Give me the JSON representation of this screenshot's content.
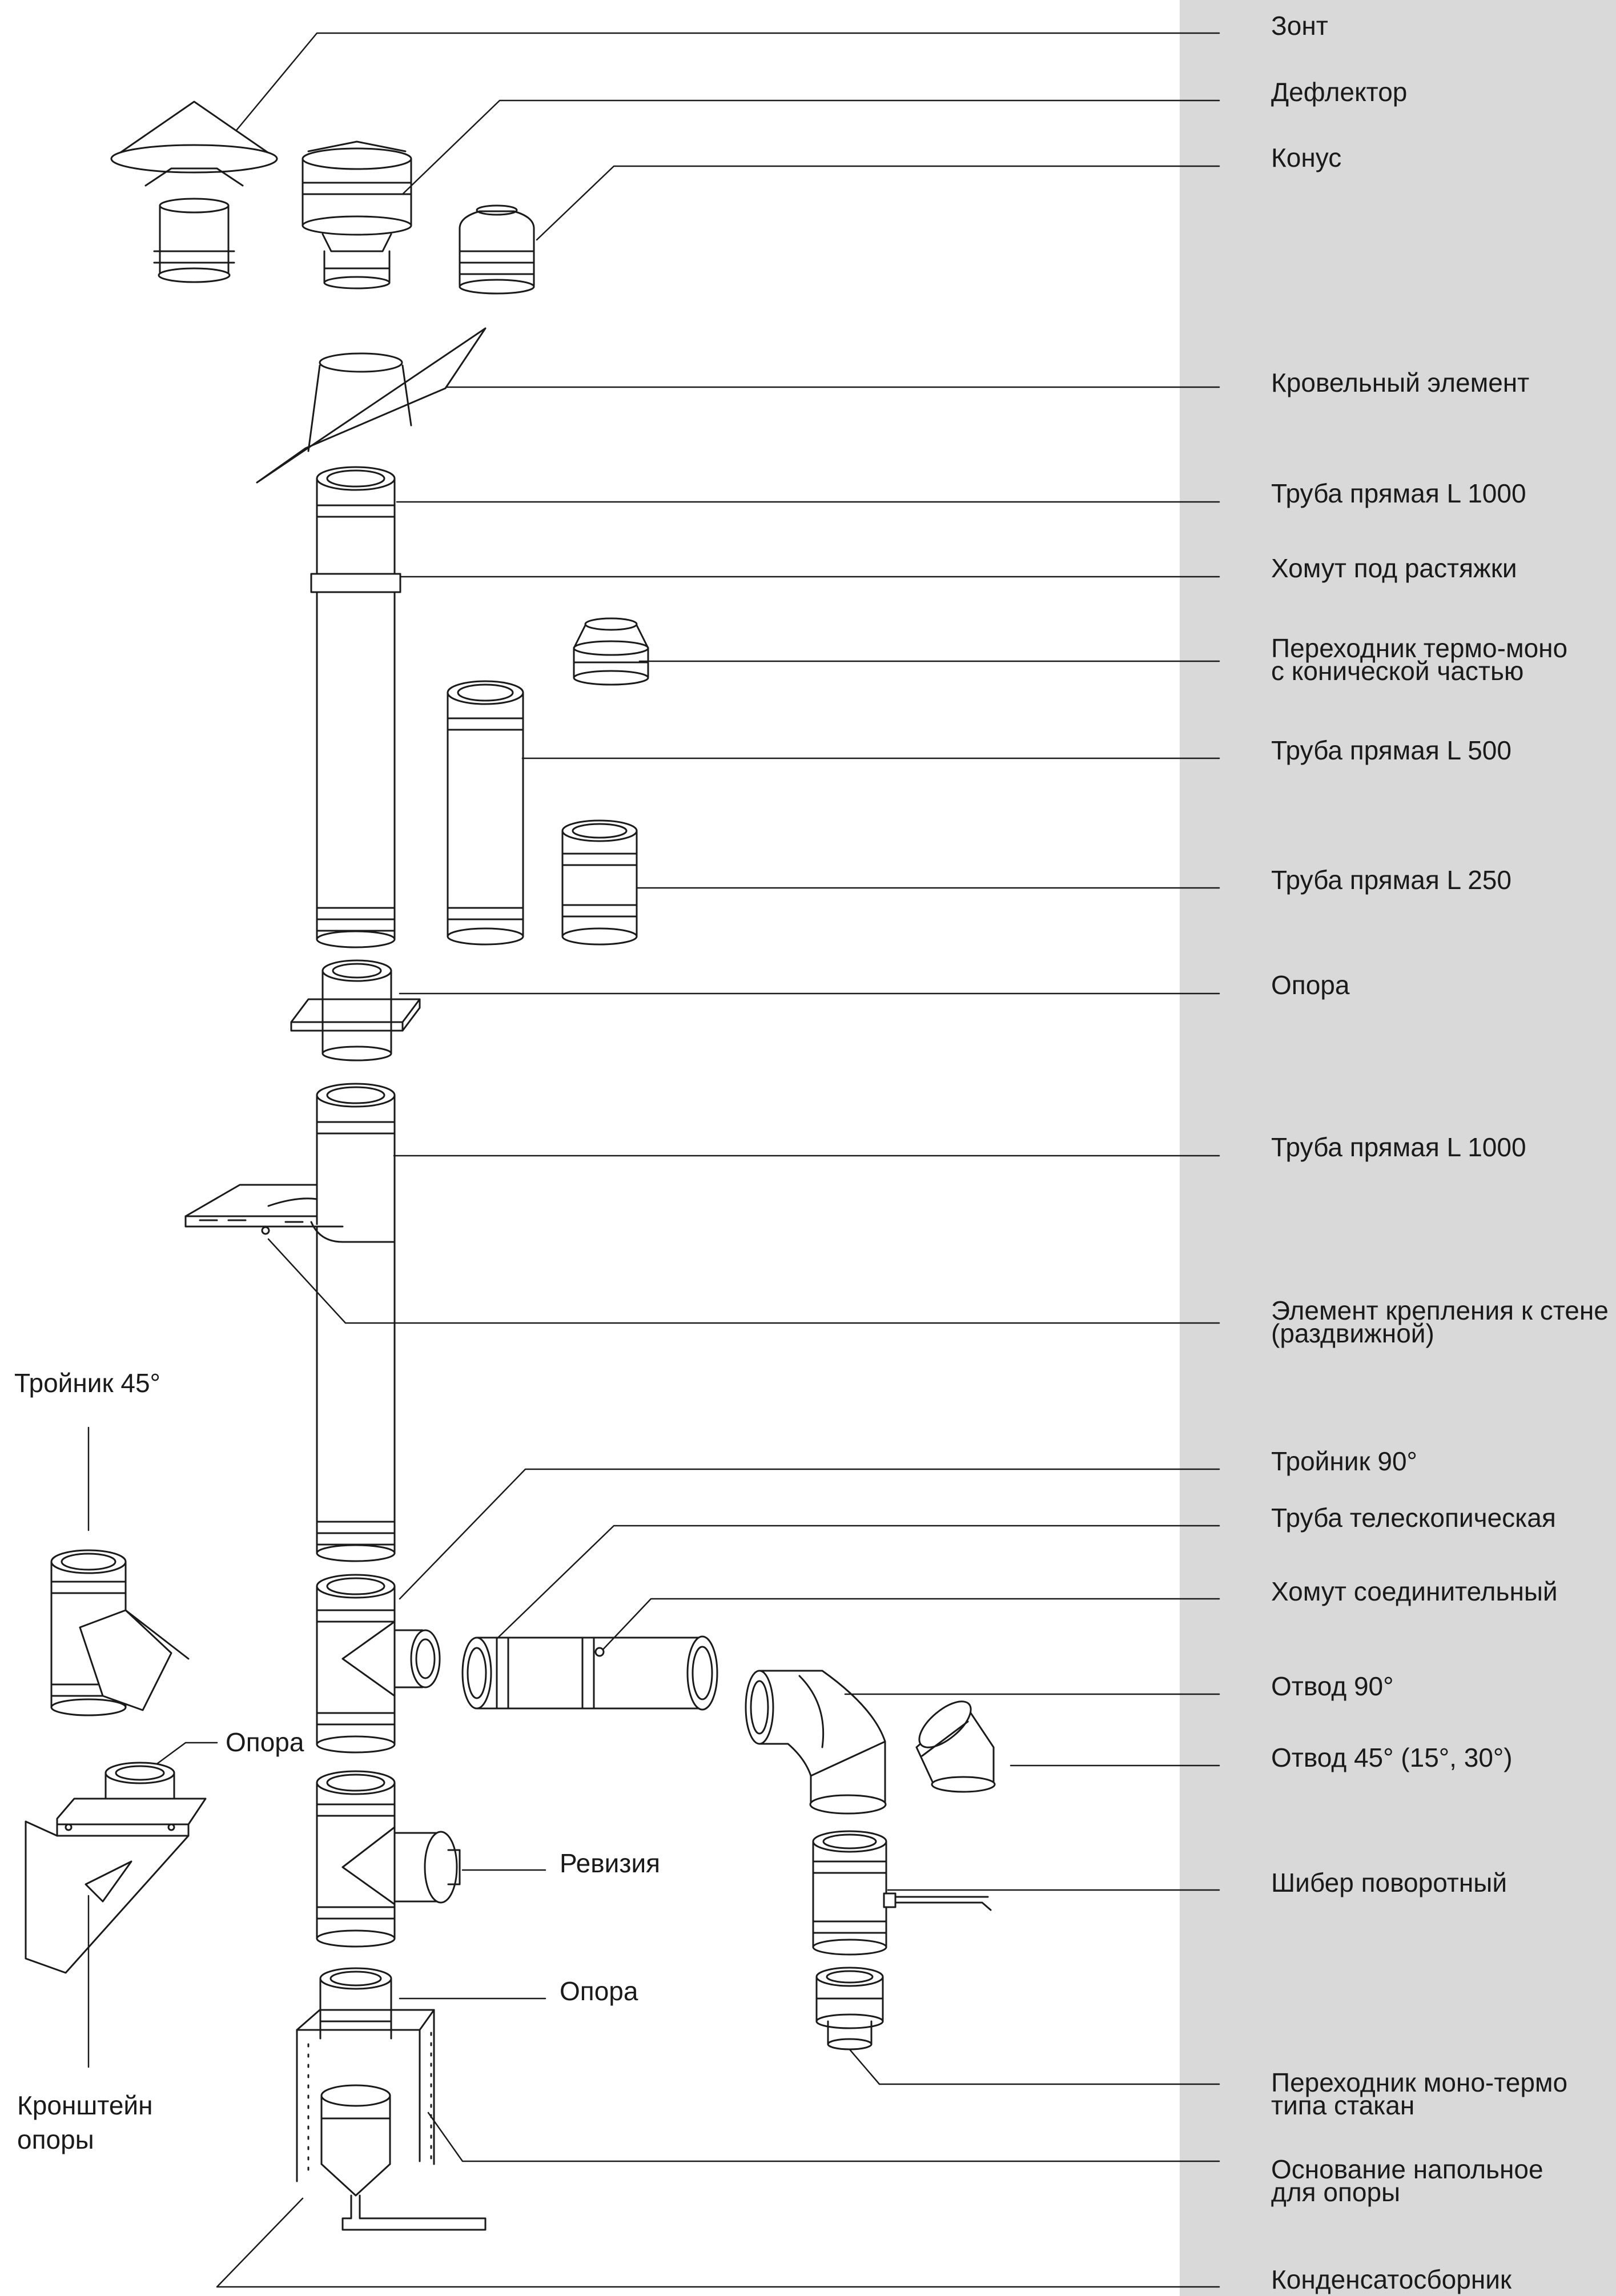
{
  "colors": {
    "background": "#ffffff",
    "sidebar": "#d9d9d9",
    "line": "#1a1a1a",
    "text": "#1a1a1a"
  },
  "labels_right": [
    {
      "id": "zont",
      "lines": [
        "Зонт"
      ]
    },
    {
      "id": "deflector",
      "lines": [
        "Дефлектор"
      ]
    },
    {
      "id": "konus",
      "lines": [
        "Конус"
      ]
    },
    {
      "id": "krovelny",
      "lines": [
        "Кровельный элемент"
      ]
    },
    {
      "id": "truba1000a",
      "lines": [
        "Труба прямая L 1000"
      ]
    },
    {
      "id": "khomut-rast",
      "lines": [
        "Хомут под растяжки"
      ]
    },
    {
      "id": "perekhodnik-tm",
      "lines": [
        "Переходник термо-моно",
        "с конической частью"
      ]
    },
    {
      "id": "truba500",
      "lines": [
        "Труба прямая L 500"
      ]
    },
    {
      "id": "truba250",
      "lines": [
        "Труба прямая L 250"
      ]
    },
    {
      "id": "opora-r",
      "lines": [
        "Опора"
      ]
    },
    {
      "id": "truba1000b",
      "lines": [
        "Труба прямая L 1000"
      ]
    },
    {
      "id": "element-krepl",
      "lines": [
        "Элемент крепления к стене",
        "(раздвижной)"
      ]
    },
    {
      "id": "troynik90",
      "lines": [
        "Тройник 90°"
      ]
    },
    {
      "id": "truba-tele",
      "lines": [
        "Труба телескопическая"
      ]
    },
    {
      "id": "khomut-soed",
      "lines": [
        "Хомут соединительный"
      ]
    },
    {
      "id": "otvod90",
      "lines": [
        "Отвод 90°"
      ]
    },
    {
      "id": "otvod45",
      "lines": [
        "Отвод 45° (15°, 30°)"
      ]
    },
    {
      "id": "shiber",
      "lines": [
        "Шибер поворотный"
      ]
    },
    {
      "id": "perekhodnik-mt",
      "lines": [
        "Переходник моно-термо",
        "типа стакан"
      ]
    },
    {
      "id": "osnovanie",
      "lines": [
        "Основание напольное",
        "для опоры"
      ]
    },
    {
      "id": "kondensat",
      "lines": [
        "Конденсатосборник"
      ]
    }
  ],
  "labels_inline": [
    {
      "id": "troynik45",
      "lines": [
        "Тройник 45°"
      ]
    },
    {
      "id": "opora-left",
      "lines": [
        "Опора"
      ]
    },
    {
      "id": "reviziya",
      "lines": [
        "Ревизия"
      ]
    },
    {
      "id": "opora-mid",
      "lines": [
        "Опора"
      ]
    },
    {
      "id": "kronshteyn",
      "lines": [
        "Кронштейн",
        "опоры"
      ]
    }
  ]
}
